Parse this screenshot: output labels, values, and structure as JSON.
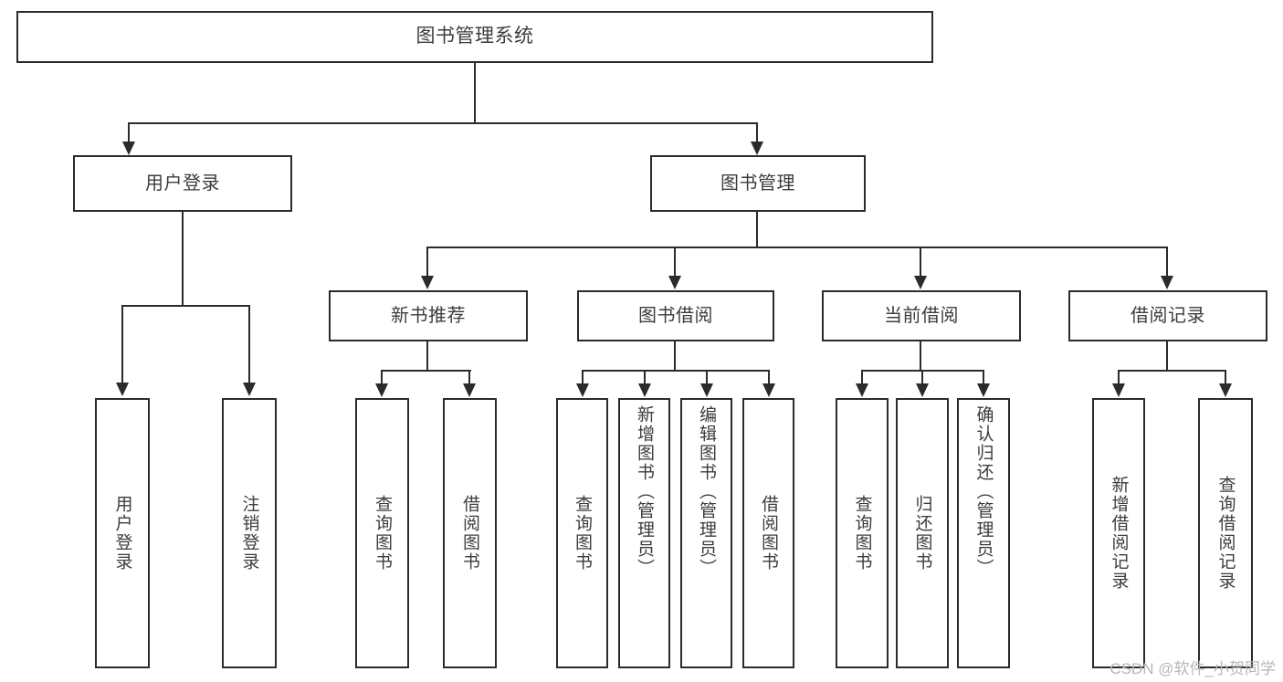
{
  "diagram": {
    "title": "图书管理系统",
    "root": {
      "label": "图书管理系统"
    },
    "level2": [
      {
        "label": "用户登录"
      },
      {
        "label": "图书管理"
      }
    ],
    "level3": [
      {
        "label": "新书推荐"
      },
      {
        "label": "图书借阅"
      },
      {
        "label": "当前借阅"
      },
      {
        "label": "借阅记录"
      }
    ],
    "leaves": {
      "user_login": [
        {
          "label": "用户登录"
        },
        {
          "label": "注销登录"
        }
      ],
      "new_book_recommend": [
        {
          "label": "查询图书"
        },
        {
          "label": "借阅图书"
        }
      ],
      "book_borrow": [
        {
          "label": "查询图书"
        },
        {
          "label": "新增图书（管理员）"
        },
        {
          "label": "编辑图书（管理员）"
        },
        {
          "label": "借阅图书"
        }
      ],
      "current_borrow": [
        {
          "label": "查询图书"
        },
        {
          "label": "归还图书"
        },
        {
          "label": "确认归还（管理员）"
        }
      ],
      "borrow_record": [
        {
          "label": "新增借阅记录"
        },
        {
          "label": "查询借阅记录"
        }
      ]
    }
  },
  "watermark": {
    "text": "CSDN @软件_小贺同学"
  },
  "colors": {
    "border": "#2b2b2b",
    "text": "#3c3c3c",
    "background": "#ffffff",
    "watermark": "#b6b6b6"
  }
}
